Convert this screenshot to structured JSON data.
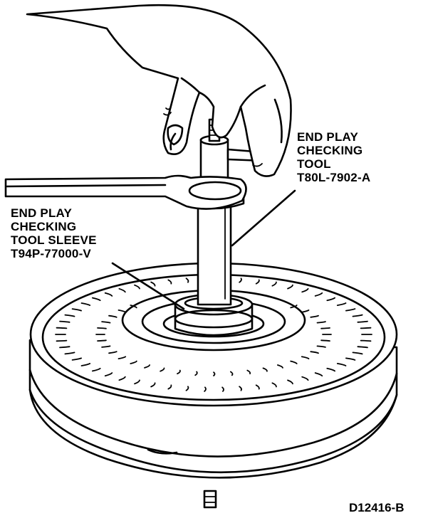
{
  "callouts": {
    "checking_tool": {
      "lines": [
        "END PLAY",
        "CHECKING",
        "TOOL",
        "T80L-7902-A"
      ]
    },
    "tool_sleeve": {
      "lines": [
        "END PLAY",
        "CHECKING",
        "TOOL SLEEVE",
        "T94P-77000-V"
      ]
    }
  },
  "figure_id": "D12416-B",
  "colors": {
    "ink": "#000000",
    "paper": "#ffffff"
  }
}
